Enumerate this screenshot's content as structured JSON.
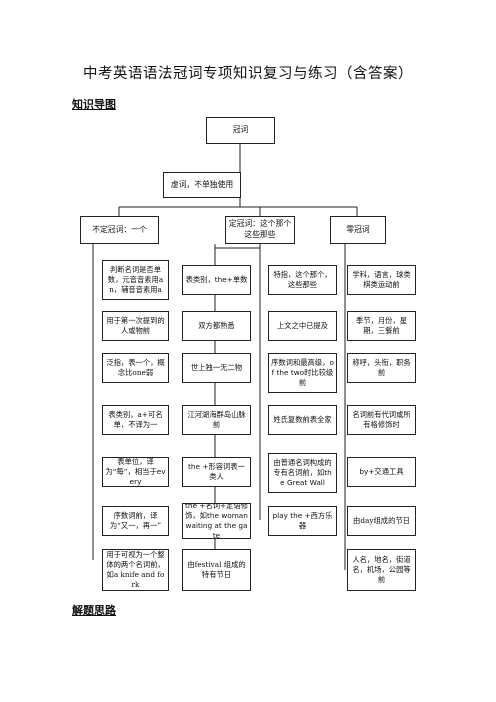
{
  "title": "中考英语语法冠词专项知识复习与练习（含答案）",
  "section_knowledge_map": "知识导图",
  "section_solution": "解题思路",
  "mindmap": {
    "root": "冠词",
    "level1": "虚词，不单独使用",
    "columns": [
      {
        "header": "不定冠词：一个",
        "items": [
          "判断名词是否单数，元音音素用an，辅音音素用a",
          "用于第一次提到的人或物前",
          "泛指，表一个，概念比one弱",
          "表类别，a+可名单，不译为一",
          "表单位，译为“每”，相当于every",
          "序数词前，译为“又一，再一”",
          "用于可视为一个整体的两个名词前，如a knife and fork"
        ]
      },
      {
        "header": "",
        "items": [
          "表类别，the+单数",
          "双方都熟悉",
          "世上独一无二物",
          "江河湖海群岛山脉前",
          "the +形容词表一类人",
          "the +名词+定语修饰，如the woman waiting at the gate",
          "由festival 组成的特有节日"
        ]
      },
      {
        "header": "定冠词：这个那个这些那些",
        "items": [
          "特指，这个那个，这些那些",
          "上文之中已提及",
          "序数词和最高级，of the two时比较级前",
          "姓氏复数前表全家",
          "由普通名词构成的专有名词前，如the Great Wall",
          "play the +西方乐器"
        ]
      },
      {
        "header": "零冠词",
        "items": [
          "学科，语言，球类棋类运动前",
          "季节，月份，星期，三餐前",
          "称呼，头衔，职务前",
          "名词前有代词或所有格修饰时",
          "by+交通工具",
          "由day组成的节日",
          "人名，地名，街道名，机场，公园等前"
        ]
      }
    ]
  }
}
